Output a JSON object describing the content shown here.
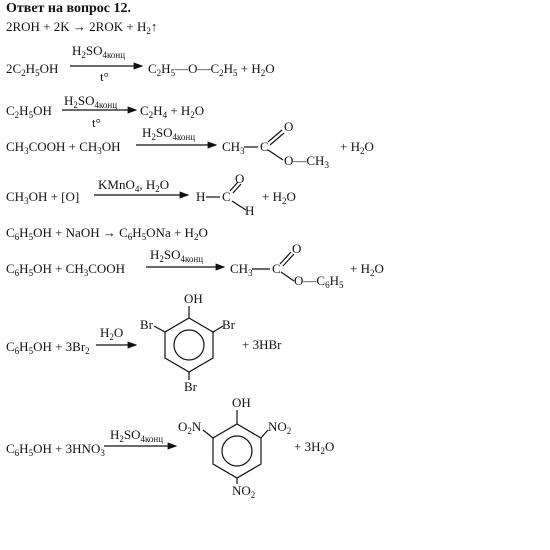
{
  "title": "Ответ на вопрос 12.",
  "eq1": {
    "text": "2ROH + 2K → 2ROK + H",
    "h_sub": "2",
    "gas": "↑"
  },
  "eq2": {
    "left_a": "2C",
    "left_sub_a": "2",
    "left_b": "H",
    "left_sub_b": "5",
    "left_c": "OH",
    "cond_top": "H",
    "cond_top_sub": "2",
    "cond_top_mid": "SO",
    "cond_top_sub2": "4",
    "cond_top_suffix": "конц",
    "cond_bottom": "t°",
    "right_a": "C",
    "right_sub_a": "2",
    "right_b": "H",
    "right_sub_b": "5",
    "right_mid": "—O—",
    "right_c": "C",
    "right_sub_c": "2",
    "right_d": "H",
    "right_sub_d": "5",
    "right_e": " + H",
    "right_sub_e": "2",
    "right_f": "O"
  },
  "eq3": {
    "left_a": "C",
    "left_sub_a": "2",
    "left_b": "H",
    "left_sub_b": "5",
    "left_c": "OH",
    "cond_top": "H",
    "cond_top_sub": "2",
    "cond_top_mid": "SO",
    "cond_top_sub2": "4",
    "cond_top_suffix": "конц",
    "cond_bottom": "t°",
    "right_a": "C",
    "right_sub_a": "2",
    "right_b": "H",
    "right_sub_b": "4",
    "right_c": " + H",
    "right_sub_c": "2",
    "right_d": "O"
  },
  "eq4": {
    "left_a": "CH",
    "left_sub_a": "3",
    "left_b": "COOH + CH",
    "left_sub_b": "3",
    "left_c": "OH",
    "cond_top": "H",
    "cond_top_sub": "2",
    "cond_top_mid": "SO",
    "cond_top_sub2": "4",
    "cond_top_suffix": "конц",
    "prod_ch3": "CH",
    "prod_ch3_sub": "3",
    "prod_c": "C",
    "prod_o_top": "O",
    "prod_o_ch3": "O—CH",
    "prod_o_ch3_sub": "3",
    "plus_water": "+ H",
    "water_sub": "2",
    "water_o": "O"
  },
  "eq5": {
    "left_a": "CH",
    "left_sub_a": "3",
    "left_b": "OH + [O]",
    "cond_top": "KMnO",
    "cond_top_sub": "4",
    "cond_top_mid": ", H",
    "cond_top_sub2": "2",
    "cond_top_end": "O",
    "prod_h": "H",
    "prod_c": "C",
    "prod_o": "O",
    "prod_h2": "H",
    "plus_water": "+ H",
    "water_sub": "2",
    "water_o": "O"
  },
  "eq6": {
    "a": "C",
    "sub_a": "6",
    "b": "H",
    "sub_b": "5",
    "c": "OH + NaOH → C",
    "sub_c": "6",
    "d": "H",
    "sub_d": "5",
    "e": "ONa + H",
    "sub_e": "2",
    "f": "O"
  },
  "eq7": {
    "left_a": "C",
    "left_sub_a": "6",
    "left_b": "H",
    "left_sub_b": "5",
    "left_c": "OH + CH",
    "left_sub_c": "3",
    "left_d": "COOH",
    "cond_top": "H",
    "cond_top_sub": "2",
    "cond_top_mid": "SO",
    "cond_top_sub2": "4",
    "cond_top_suffix": "конц",
    "prod_ch3": "CH",
    "prod_ch3_sub": "3",
    "prod_c": "C",
    "prod_o_top": "O",
    "prod_o_c6": "O—C",
    "prod_o_c6_sub": "6",
    "prod_h": "H",
    "prod_h_sub": "5",
    "plus_water": "+ H",
    "water_sub": "2",
    "water_o": "O"
  },
  "eq8": {
    "left_a": "C",
    "left_sub_a": "6",
    "left_b": "H",
    "left_sub_b": "5",
    "left_c": "OH + 3Br",
    "left_sub_c": "2",
    "cond_top": "H",
    "cond_top_sub": "2",
    "cond_top_end": "O",
    "sub_oh": "OH",
    "sub_br_left": "Br",
    "sub_br_right": "Br",
    "sub_br_bottom": "Br",
    "plus": "+ 3HBr"
  },
  "eq9": {
    "left_a": "C",
    "left_sub_a": "6",
    "left_b": "H",
    "left_sub_b": "5",
    "left_c": "OH + 3HNO",
    "left_sub_c": "3",
    "cond_top": "H",
    "cond_top_sub": "2",
    "cond_top_mid": "SO",
    "cond_top_sub2": "4",
    "cond_top_suffix": "конц",
    "sub_oh": "OH",
    "no2_left": "O",
    "no2_left_sub": "2",
    "no2_left_n": "N",
    "no2_right": "NO",
    "no2_right_sub": "2",
    "no2_bottom": "NO",
    "no2_bottom_sub": "2",
    "plus": "+ 3H",
    "plus_sub": "2",
    "plus_o": "O"
  }
}
